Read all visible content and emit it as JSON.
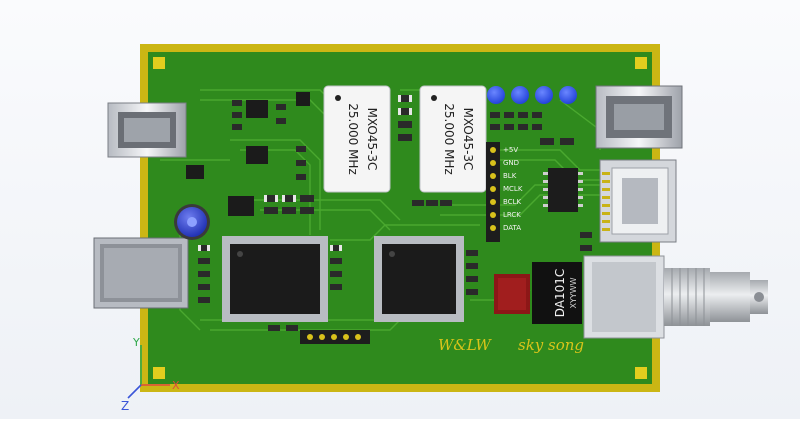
{
  "board": {
    "oscillators": [
      {
        "model": "MXO45-3C",
        "freq": "25.000 MHz"
      },
      {
        "model": "MXO45-3C",
        "freq": "25.000 MHz"
      }
    ],
    "pin_labels": [
      "+5V",
      "GND",
      "BLK",
      "MCLK",
      "BCLK",
      "LRCK",
      "DATA"
    ],
    "transformer": {
      "model": "DA101C",
      "code": "XYYWW"
    },
    "signature_left": "W&LW",
    "signature_right": "sky song"
  },
  "axis_triad": {
    "x": "X",
    "y": "Y",
    "z": "Z"
  },
  "colors": {
    "board_green": "#2f8a1d",
    "gold": "#d9c41a",
    "led_blue": "#1f3fd8",
    "axis_x": "#e04a3c",
    "axis_y": "#2ea84a",
    "axis_z": "#3a55d8"
  }
}
